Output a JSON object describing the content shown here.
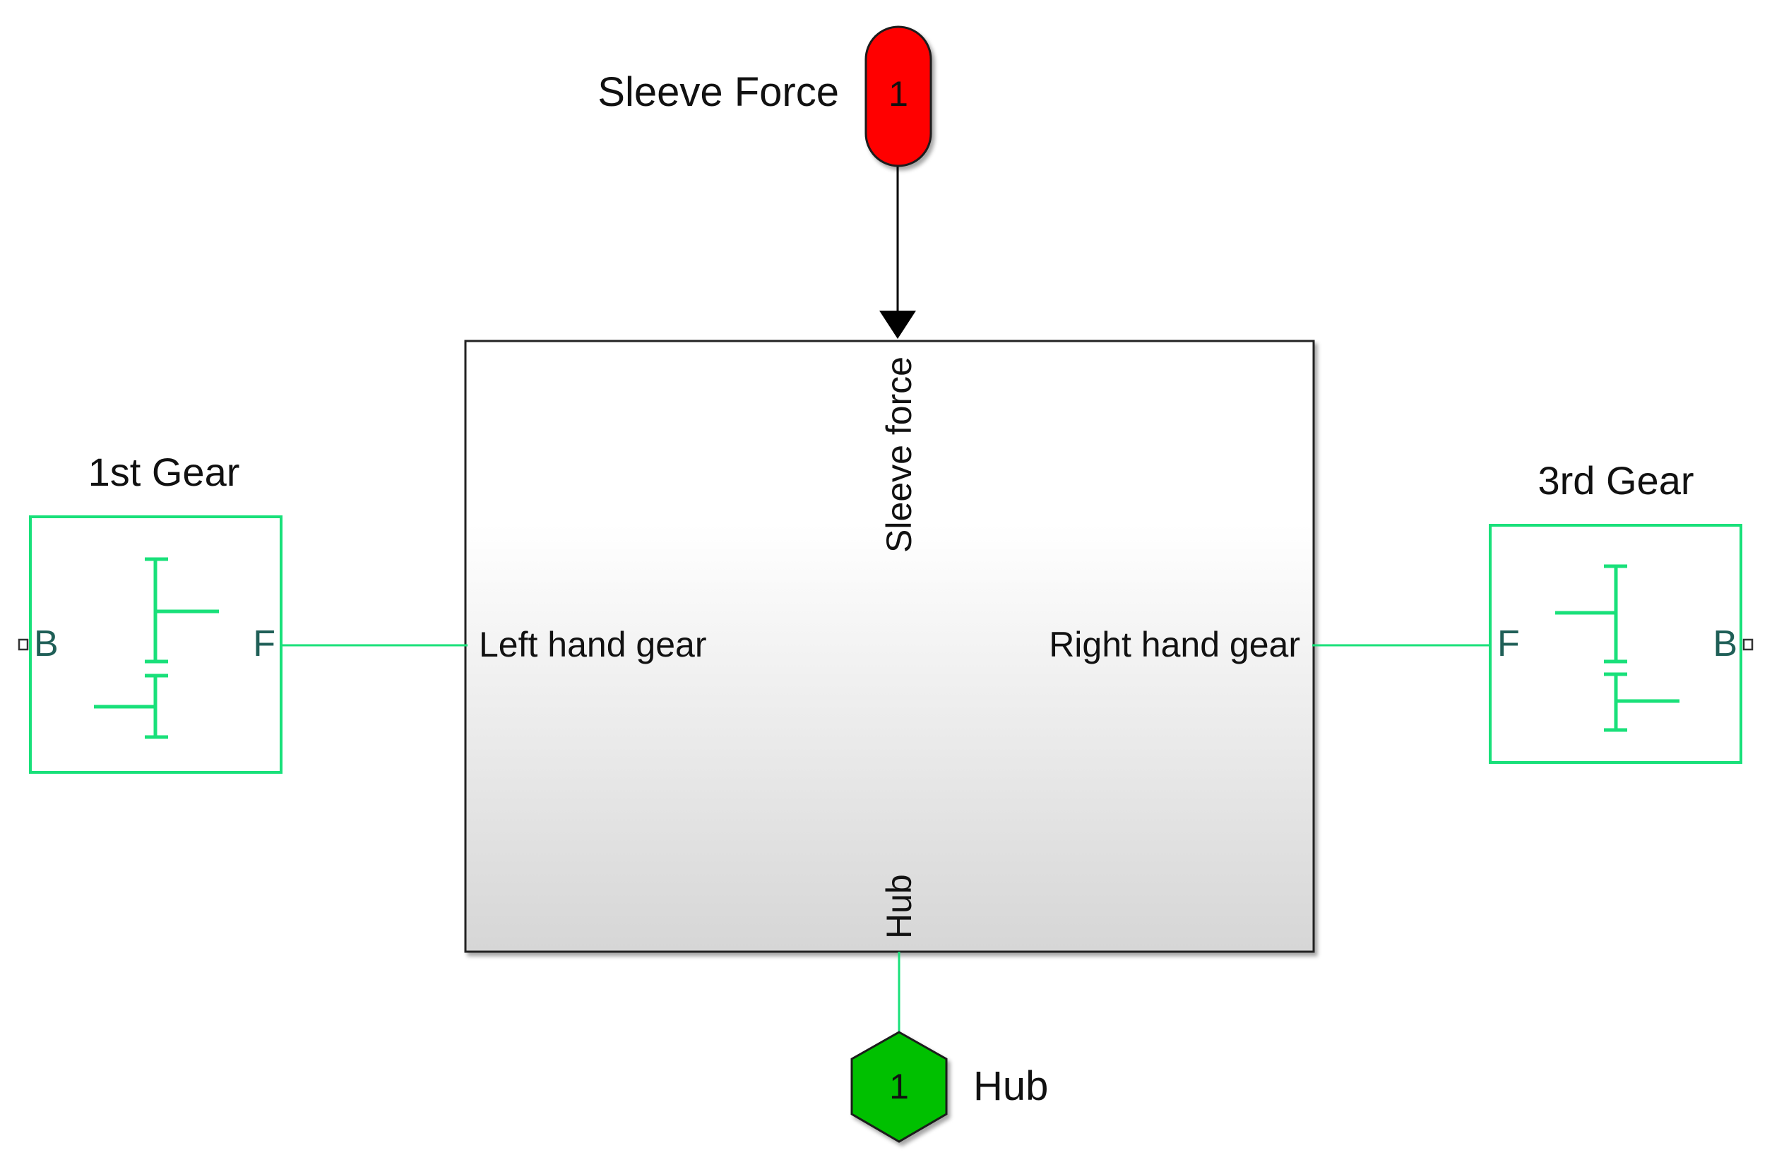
{
  "diagram": {
    "inport": {
      "number": "1",
      "label": "Sleeve Force",
      "color": "#ff0000"
    },
    "subsystem": {
      "ports": {
        "top": "Sleeve force",
        "left": "Left hand gear",
        "right": "Right hand gear",
        "bottom": "Hub"
      }
    },
    "left_block": {
      "title": "1st Gear",
      "port_left": "B",
      "port_right": "F"
    },
    "right_block": {
      "title": "3rd Gear",
      "port_left": "F",
      "port_right": "B"
    },
    "connection_port": {
      "number": "1",
      "label": "Hub",
      "color": "#00c000"
    },
    "colors": {
      "physical_line": "#19e07a",
      "signal_line": "#000000",
      "block_border": "#222222"
    }
  }
}
